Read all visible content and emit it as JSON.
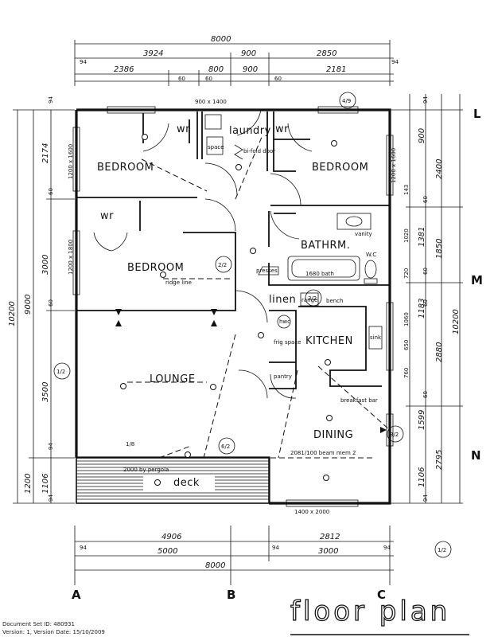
{
  "rooms": {
    "bedroom_nw": "BEDROOM",
    "bedroom_ne": "BEDROOM",
    "bedroom_w": "BEDROOM",
    "laundry": "laundry",
    "bathroom": "BATHRM.",
    "kitchen": "KITCHEN",
    "lounge": "LOUNGE",
    "dining": "DINING",
    "deck": "deck",
    "linen": "linen",
    "pantry": "pantry"
  },
  "labels": {
    "wr_1": "wr",
    "wr_2": "wr",
    "wr_3": "wr",
    "vanity": "vanity",
    "wc": "W.C",
    "bath": "1680 bath",
    "range": "range",
    "bench": "bench",
    "sink": "sink",
    "fridge": "frig space",
    "hwc": "hwc",
    "breakfast_bar": "breakfast bar",
    "bifold_door": "bi-fold door",
    "ridge_line": "ridge line",
    "beam": "2081/100 beam mem 2",
    "window_top": "900 x 1400",
    "window_bottom": "1400 x 2000",
    "pergola": "2000 by pergola",
    "step": "1/8",
    "presses": "presses",
    "space": "space"
  },
  "dims_top": {
    "overall": "8000",
    "row2": [
      "3924",
      "900",
      "2850"
    ],
    "row3": [
      "2386",
      "800",
      "900",
      "2181"
    ],
    "row3_small": [
      "94",
      "60",
      "60",
      "60",
      "94"
    ]
  },
  "dims_bottom": {
    "overall": "8000",
    "row1": [
      "4906",
      "2812"
    ],
    "row2": [
      "5000",
      "3000"
    ],
    "small": [
      "94",
      "94",
      "94"
    ]
  },
  "dims_left": {
    "overall": "10200",
    "col2": [
      "9000",
      "1200"
    ],
    "col3": [
      "2174",
      "3000",
      "3500",
      "1106"
    ],
    "window_1": "1200 x 1600",
    "window_2": "1200 x 1800",
    "small": [
      "94",
      "60",
      "94",
      "60",
      "94"
    ]
  },
  "dims_right": {
    "overall": "10200",
    "col2": [
      "2400",
      "1850",
      "2880",
      "2795"
    ],
    "col3": [
      "900",
      "1381",
      "1183",
      "1599",
      "1106"
    ],
    "col4": [
      "143",
      "720",
      "1020",
      "760",
      "650",
      "1060"
    ],
    "window": "1200 x 1600",
    "small": [
      "94",
      "60",
      "60",
      "60",
      "60",
      "94"
    ]
  },
  "grid_rows": [
    "L",
    "M",
    "N"
  ],
  "grid_cols": [
    "A",
    "B",
    "C"
  ],
  "section_refs": [
    "4/9",
    "2/2",
    "3/2",
    "1/2",
    "6/2",
    "3/2",
    "1/2"
  ],
  "title": "floor  plan",
  "meta": {
    "doc_id": "Document Set ID: 480931",
    "version": "Version: 1, Version Date: 15/10/2009"
  }
}
